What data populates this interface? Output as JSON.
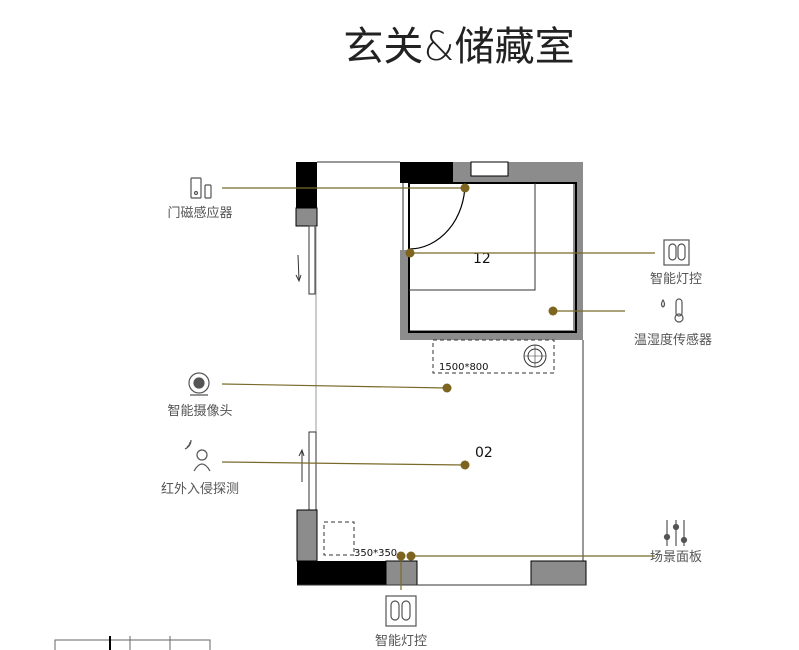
{
  "title": "玄关&储藏室",
  "rooms": {
    "storage": "12",
    "entry": "02"
  },
  "dimensions": {
    "storage_cabinet": "1500*800",
    "shoe_cabinet": "350*350"
  },
  "devices": {
    "door_sensor": "门磁感应器",
    "light_control_storage": "智能灯控",
    "temp_humidity_sensor": "温湿度传感器",
    "camera": "智能摄像头",
    "infrared_detector": "红外入侵探测",
    "scene_panel": "场景面板",
    "light_control_entry": "智能灯控"
  },
  "colors": {
    "leader": "#7a6a2a",
    "dot": "#7d6520",
    "wall_gray": "#8c8c8c",
    "wall_black": "#000000"
  }
}
